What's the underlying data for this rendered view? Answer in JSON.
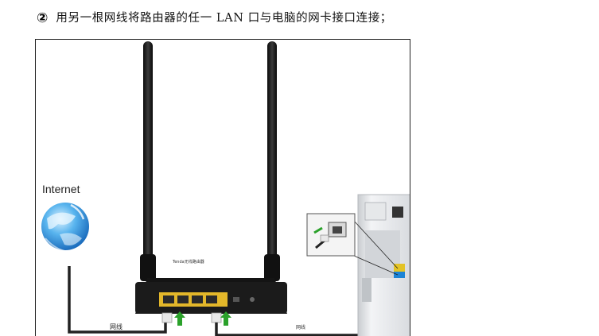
{
  "step": {
    "number": "②",
    "text": "用另一根网线将路由器的任一 LAN 口与电脑的网卡接口连接；"
  },
  "figure": {
    "internet_label": "Internet",
    "router_brand": "Tenda无线路由器",
    "cable_label_left": "网线",
    "cable_label_right": "网线"
  }
}
